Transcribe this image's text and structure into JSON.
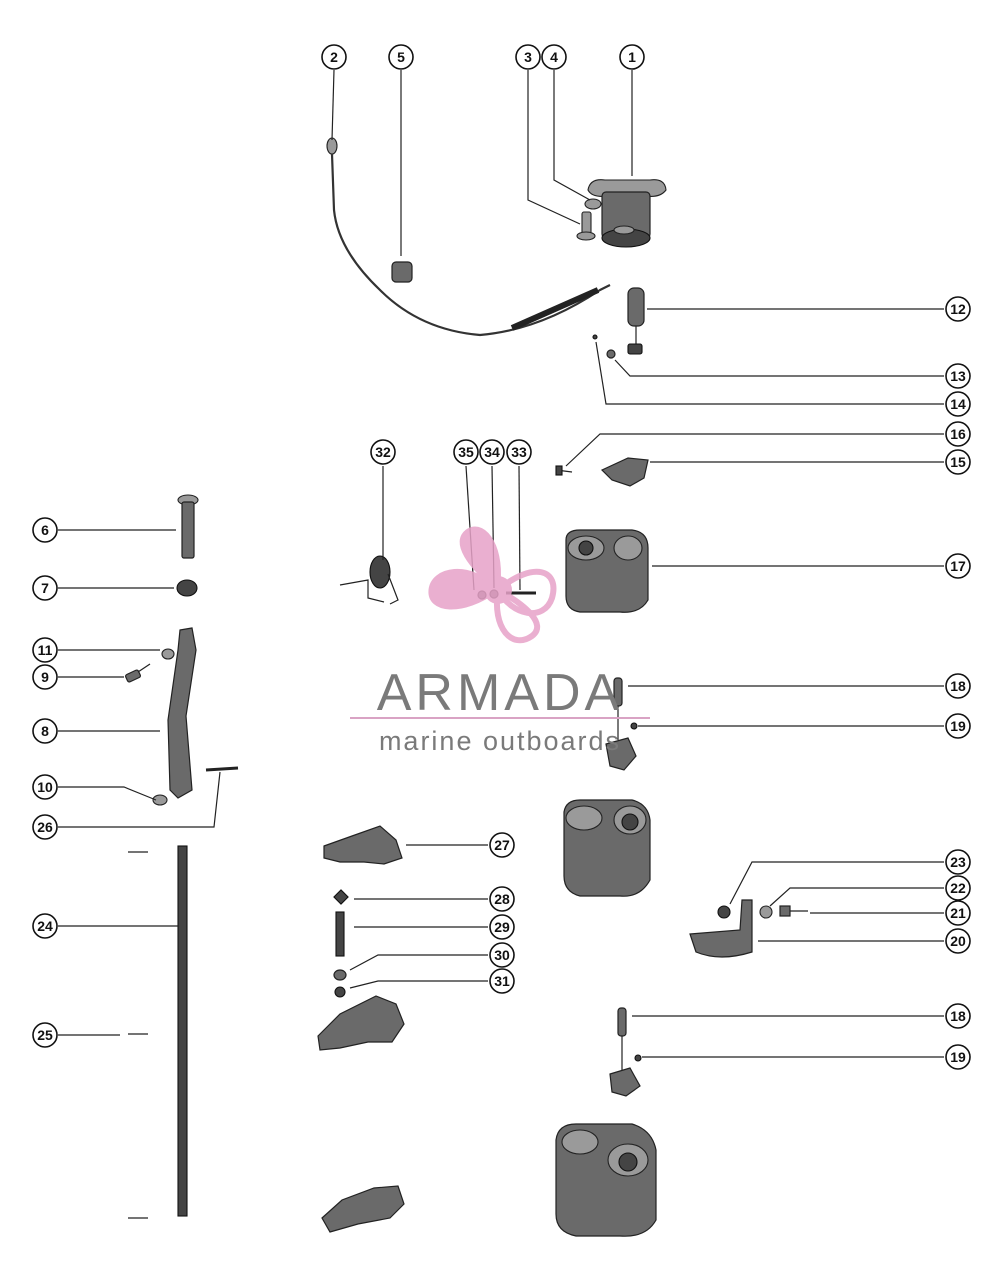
{
  "watermark": {
    "brand": "ARMADA",
    "tagline": "marine outboards",
    "colors": {
      "gray": "#7a7a7a",
      "pink": "#e7a2c8",
      "rule": "#d9a3c4"
    }
  },
  "callouts": [
    {
      "id": "c1",
      "label": "1"
    },
    {
      "id": "c2",
      "label": "2"
    },
    {
      "id": "c3",
      "label": "3"
    },
    {
      "id": "c4",
      "label": "4"
    },
    {
      "id": "c5",
      "label": "5"
    },
    {
      "id": "c6",
      "label": "6"
    },
    {
      "id": "c7",
      "label": "7"
    },
    {
      "id": "c8",
      "label": "8"
    },
    {
      "id": "c9",
      "label": "9"
    },
    {
      "id": "c10",
      "label": "10"
    },
    {
      "id": "c11",
      "label": "11"
    },
    {
      "id": "c12",
      "label": "12"
    },
    {
      "id": "c13",
      "label": "13"
    },
    {
      "id": "c14",
      "label": "14"
    },
    {
      "id": "c15",
      "label": "15"
    },
    {
      "id": "c16",
      "label": "16"
    },
    {
      "id": "c17",
      "label": "17"
    },
    {
      "id": "c18a",
      "label": "18"
    },
    {
      "id": "c19a",
      "label": "19"
    },
    {
      "id": "c20",
      "label": "20"
    },
    {
      "id": "c21",
      "label": "21"
    },
    {
      "id": "c22",
      "label": "22"
    },
    {
      "id": "c23",
      "label": "23"
    },
    {
      "id": "c24",
      "label": "24"
    },
    {
      "id": "c25",
      "label": "25"
    },
    {
      "id": "c26",
      "label": "26"
    },
    {
      "id": "c27",
      "label": "27"
    },
    {
      "id": "c28",
      "label": "28"
    },
    {
      "id": "c29",
      "label": "29"
    },
    {
      "id": "c30",
      "label": "30"
    },
    {
      "id": "c31",
      "label": "31"
    },
    {
      "id": "c32",
      "label": "32"
    },
    {
      "id": "c33",
      "label": "33"
    },
    {
      "id": "c34",
      "label": "34"
    },
    {
      "id": "c35",
      "label": "35"
    },
    {
      "id": "c18b",
      "label": "18"
    },
    {
      "id": "c19b",
      "label": "19"
    }
  ]
}
